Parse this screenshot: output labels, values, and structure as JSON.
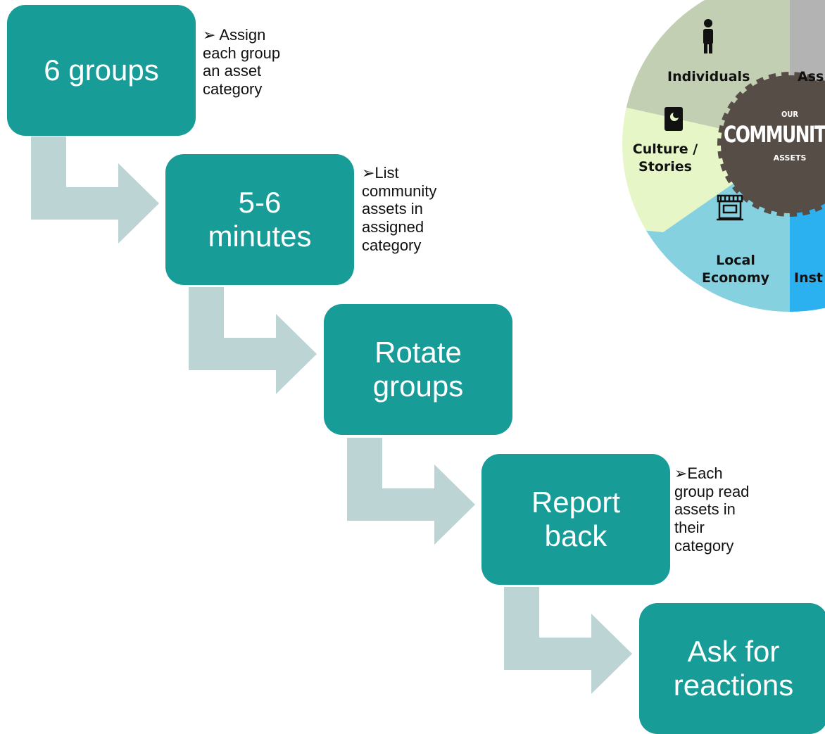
{
  "steps": [
    {
      "label": "6 groups",
      "note": "➢ Assign\n   each group\n   an asset\n   category"
    },
    {
      "label": "5-6\nminutes",
      "note": "➢List\n  community\n  assets in\n  assigned\n  category"
    },
    {
      "label": "Rotate\ngroups",
      "note": ""
    },
    {
      "label": "Report\nback",
      "note": "➢Each\n  group read\n  assets in\n  their\n  category"
    },
    {
      "label": "Ask for\nreactions",
      "note": ""
    }
  ],
  "wheel": {
    "center_small": "OUR",
    "center_title": "COMMUNITY",
    "center_sub": "ASSETS",
    "segments": [
      {
        "label": "Individuals",
        "icon": "person-icon",
        "color": "#c2cfb2"
      },
      {
        "label": "Ass",
        "icon": "",
        "color": "#b3b3b3"
      },
      {
        "label": "Inst",
        "icon": "",
        "color": "#2bb0f0"
      },
      {
        "label": "Local\nEconomy",
        "icon": "storefront-icon",
        "color": "#86d1e0"
      },
      {
        "label": "Culture /\nStories",
        "icon": "book-icon",
        "color": "#e6f6c7"
      }
    ]
  },
  "colors": {
    "box": "#179c98",
    "arrow": "#bcd5d4",
    "badge": "#574d47"
  }
}
